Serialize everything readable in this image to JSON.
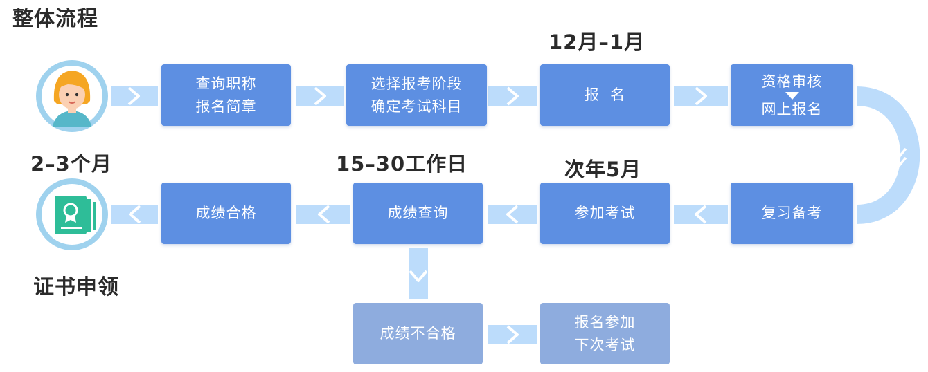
{
  "title": "整体流程",
  "labels": {
    "time_signup": "12月–1月",
    "time_certificate": "2–3个月",
    "time_result": "15–30工作日",
    "time_exam": "次年5月",
    "certificate_apply": "证书申领"
  },
  "boxes": {
    "check_title": {
      "line1": "查询职称",
      "line2": "报名简章"
    },
    "choose_level": {
      "line1": "选择报考阶段",
      "line2": "确定考试科目"
    },
    "signup": {
      "line1": "报  名"
    },
    "review": {
      "line1": "资格审核",
      "line2": "网上报名"
    },
    "prepare": {
      "line1": "复习备考"
    },
    "take_exam": {
      "line1": "参加考试"
    },
    "query_result": {
      "line1": "成绩查询"
    },
    "pass": {
      "line1": "成绩合格"
    },
    "fail": {
      "line1": "成绩不合格"
    },
    "retake": {
      "line1": "报名参加",
      "line2": "下次考试"
    }
  },
  "colors": {
    "box": "#5d8fe2",
    "box_pale": "#8eacde",
    "arrow": "#bcdcfb",
    "arrow_chevron": "#ffffff",
    "avatar_ring": "#9fd2ee",
    "certificate_green": "#2ebd98"
  },
  "icons": [
    "person-avatar-icon",
    "certificate-icon"
  ]
}
